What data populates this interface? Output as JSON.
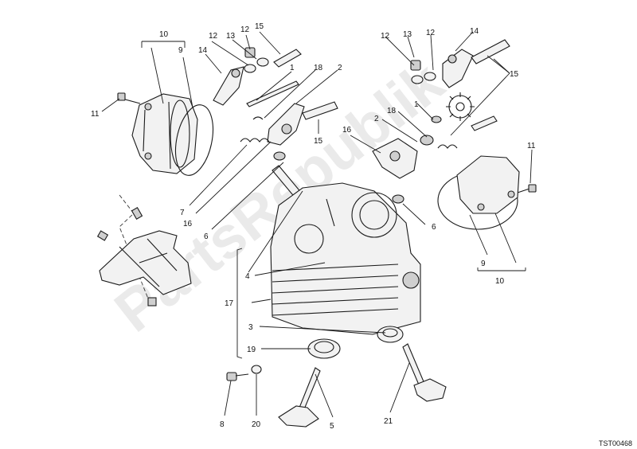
{
  "watermark": "PartsRepublik",
  "reference_code": "TST00468",
  "callouts": {
    "c10_left": "10",
    "c9_left": "9",
    "c12_a": "12",
    "c13_a": "13",
    "c12_b": "12",
    "c15_a": "15",
    "c14_a": "14",
    "c1_a": "1",
    "c18_a": "18",
    "c2_a": "2",
    "c11_left": "11",
    "c15_b": "15",
    "c7": "7",
    "c16_a": "16",
    "c6_a": "6",
    "c12_c": "12",
    "c13_b": "13",
    "c12_d": "12",
    "c14_b": "14",
    "c15_c": "15",
    "c18_b": "18",
    "c1_b": "1",
    "c2_b": "2",
    "c16_b": "16",
    "c11_right": "11",
    "c6_b": "6",
    "c9_right": "9",
    "c10_right": "10",
    "c4": "4",
    "c17": "17",
    "c3": "3",
    "c19": "19",
    "c8": "8",
    "c20": "20",
    "c5": "5",
    "c21": "21"
  }
}
